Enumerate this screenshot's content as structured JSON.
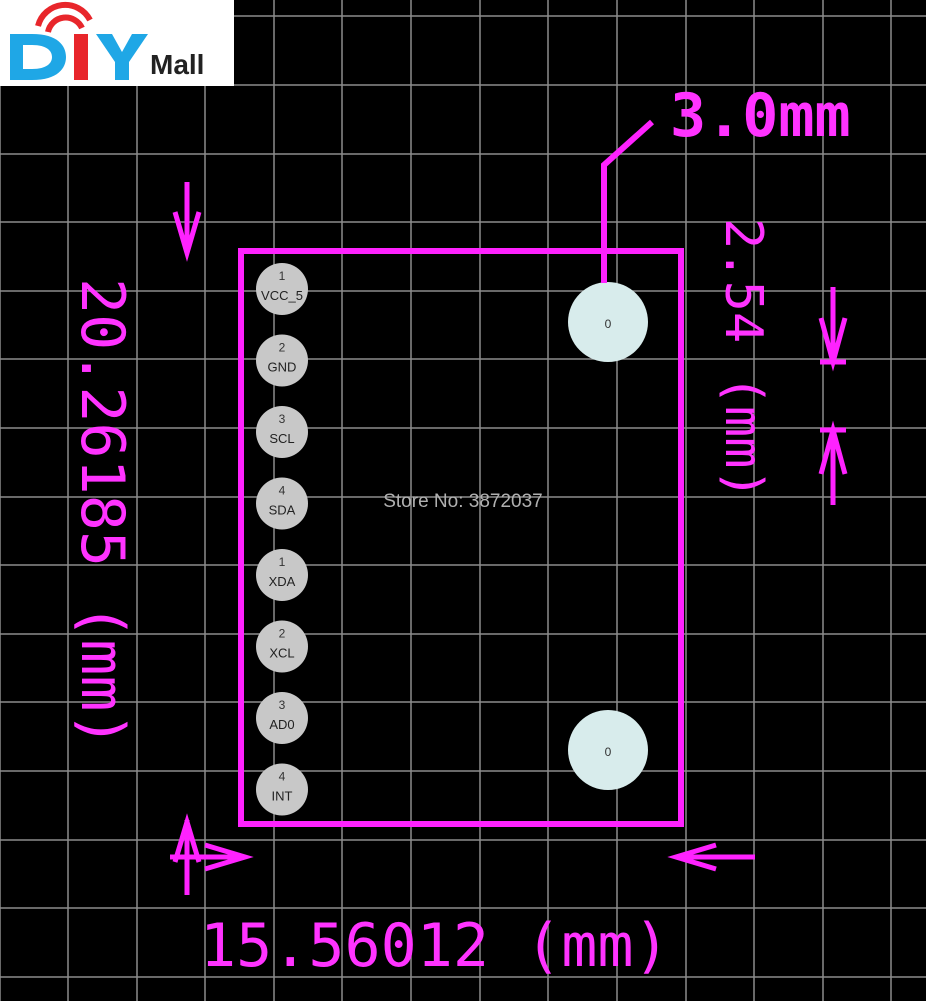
{
  "logo": {
    "brand_diy": "DIY",
    "brand_mall": "Mall",
    "colors": {
      "blue": "#1fa7e6",
      "red": "#e8262b",
      "text": "#222222"
    }
  },
  "watermark": "Store No: 3872037",
  "dimensions": {
    "height_label": "20.26185 (mm)",
    "width_label": "15.56012 (mm)",
    "pitch_label": "2.54 (mm)",
    "hole_label": "3.0mm"
  },
  "pads": [
    {
      "number": "1",
      "name": "VCC_5"
    },
    {
      "number": "2",
      "name": "GND"
    },
    {
      "number": "3",
      "name": "SCL"
    },
    {
      "number": "4",
      "name": "SDA"
    },
    {
      "number": "1",
      "name": "XDA"
    },
    {
      "number": "2",
      "name": "XCL"
    },
    {
      "number": "3",
      "name": "AD0"
    },
    {
      "number": "4",
      "name": "INT"
    }
  ],
  "mounting_holes": [
    {
      "label": "0"
    },
    {
      "label": "0"
    }
  ],
  "colors": {
    "background": "#000000",
    "grid": "#8c8c8c",
    "outline": "#ff22ff",
    "pad": "#c8c8c8",
    "hole": "#d8ecec"
  }
}
